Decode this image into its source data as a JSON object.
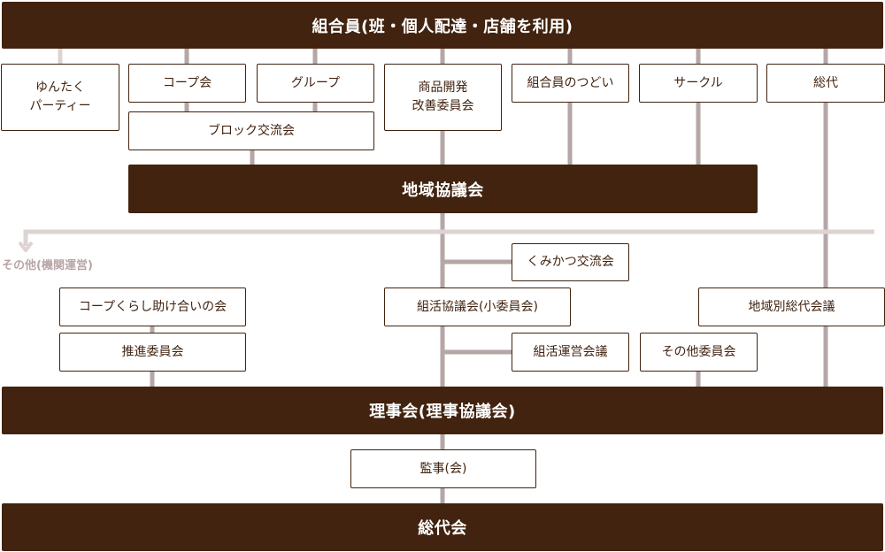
{
  "top_bar": {
    "label": "組合員(班・個人配達・店舗を利用)"
  },
  "activities": {
    "yuntaku_party": {
      "line1": "ゆんたく",
      "line2": "パーティー"
    },
    "coop_kai": {
      "label": "コープ会"
    },
    "group": {
      "label": "グループ"
    },
    "block_kouryukai": {
      "label": "ブロック交流会"
    },
    "product_dev": {
      "line1": "商品開発",
      "line2": "改善委員会"
    },
    "tsudoi": {
      "label": "組合員のつどい"
    },
    "circle": {
      "label": "サークル"
    },
    "soudai": {
      "label": "総代"
    }
  },
  "regional_council": {
    "label": "地域協議会"
  },
  "other_org": {
    "label": "その他(機関運営)"
  },
  "middle": {
    "kumikatsu": {
      "label": "くみかつ交流会"
    },
    "coop_kurashi": {
      "label": "コープくらし助け合いの会"
    },
    "promotion_committee": {
      "label": "推進委員会"
    },
    "soukatsu_council": {
      "label": "組活協議会(小委員会)"
    },
    "soukatsu_meeting": {
      "label": "組活運営会議"
    },
    "regional_soudai": {
      "label": "地域別総代会議"
    },
    "other_committee": {
      "label": "その他委員会"
    }
  },
  "board": {
    "label": "理事会(理事協議会)"
  },
  "auditor": {
    "label": "監事(会)"
  },
  "general_assembly": {
    "label": "総代会"
  },
  "colors": {
    "dark_brown": "#41230f",
    "connector": "#b4a7a5",
    "connector_light": "#ddd4d2",
    "note_text": "#b8a6a6"
  }
}
